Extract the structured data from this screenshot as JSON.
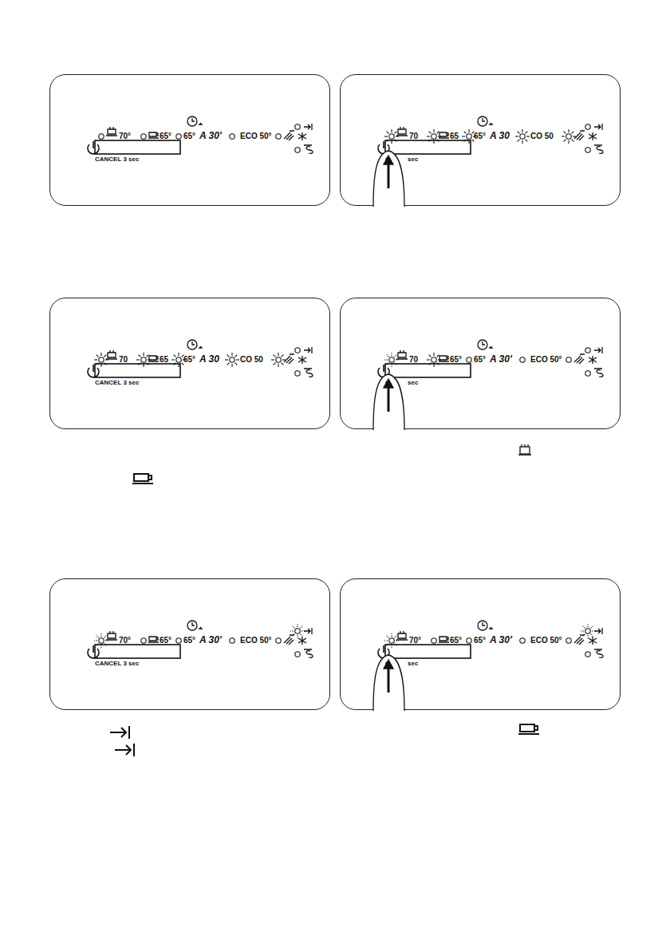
{
  "diagram": {
    "nodes": [
      {
        "text": [
          "70°",
          "65°",
          "65°",
          "A 30'",
          "ECO 50°",
          "CANCEL 3 sec"
        ]
      },
      {
        "text": [
          "70",
          "65",
          "65°",
          "A 30",
          "CO 50",
          "C",
          "sec"
        ]
      },
      {
        "text": [
          "70",
          "65",
          "65°",
          "A 30",
          "CO 50",
          "CANCEL 3 sec"
        ]
      },
      {
        "text": [
          "70",
          "65°",
          "65°",
          "A 30'",
          "ECO 50°",
          "C",
          "sec"
        ]
      },
      {
        "text": [
          "70°",
          "65°",
          "65°",
          "A 30'",
          "ECO 50°",
          "CANCEL 3 sec"
        ]
      },
      {
        "text": [
          "70°",
          "65°",
          "65°",
          "A 30'",
          "ECO 50°",
          "C",
          "sec"
        ]
      }
    ]
  }
}
